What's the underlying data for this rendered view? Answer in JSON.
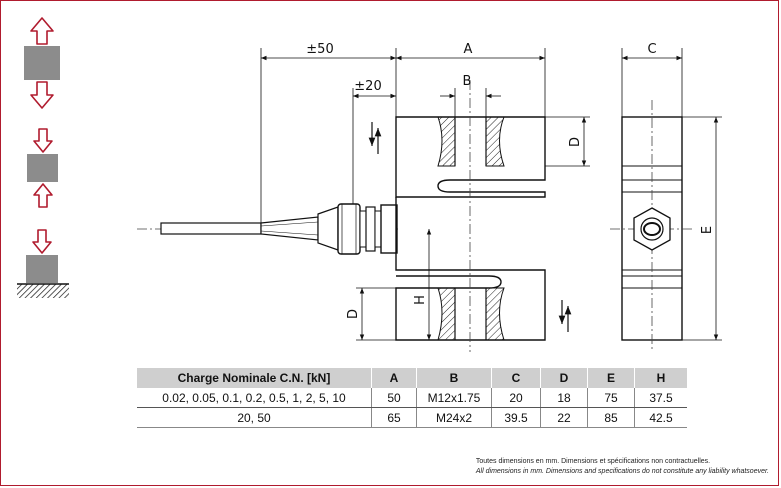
{
  "dimensions": {
    "offset_50": "±50",
    "offset_20": "±20",
    "A": "A",
    "B": "B",
    "C": "C",
    "D_top": "D",
    "D_bottom": "D",
    "E": "E",
    "H": "H"
  },
  "colors": {
    "accent": "#b01b2e",
    "block": "#8c8c8c",
    "table_header": "#cfcfcf"
  },
  "load_icons": [
    "tension-icon",
    "compression-icon",
    "compression-on-ground-icon"
  ],
  "table": {
    "headers": [
      "Charge Nominale C.N. [kN]",
      "A",
      "B",
      "C",
      "D",
      "E",
      "H"
    ],
    "rows": [
      [
        "0.02, 0.05, 0.1, 0.2, 0.5, 1, 2, 5, 10",
        "50",
        "M12x1.75",
        "20",
        "18",
        "75",
        "37.5"
      ],
      [
        "20, 50",
        "65",
        "M24x2",
        "39.5",
        "22",
        "85",
        "42.5"
      ]
    ]
  },
  "footnote": {
    "fr": "Toutes dimensions en mm. Dimensions et spécifications non contractuelles.",
    "en": "All dimensions in mm. Dimensions and specifications do not constitute any liability whatsoever."
  }
}
